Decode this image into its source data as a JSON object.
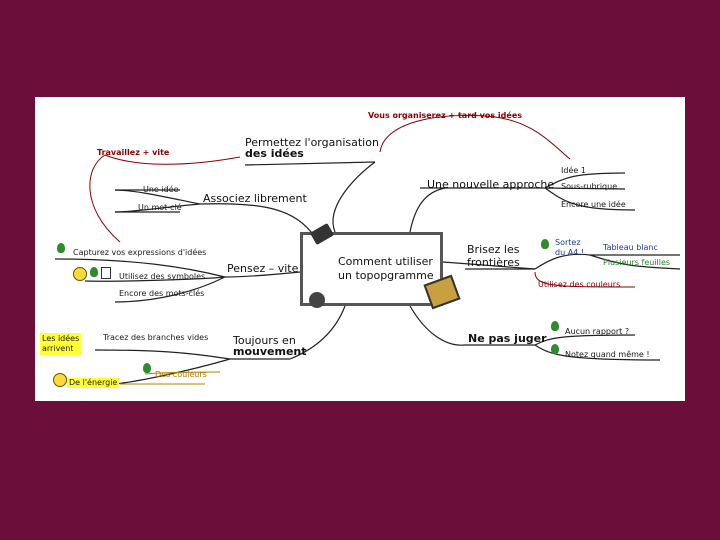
{
  "center": {
    "line1": "Comment utiliser",
    "line2": "un topopgramme"
  },
  "top": {
    "label": "Vous organiserez + tard vos idées",
    "permettez_line1": "Permettez l'organisation",
    "permettez_line2": "des idées",
    "travaillez": "Travaillez + vite"
  },
  "left": {
    "associez": "Associez librement",
    "une_idee": "Une idée",
    "un_mot_cle": "Un mot-clé",
    "pensez": "Pensez – vite",
    "capturez": "Capturez vos expressions d'idées",
    "utilisez_symboles": "Utilisez des symboles",
    "encore_mots": "Encore des mots-clés",
    "toujours_line1": "Toujours en",
    "toujours_line2": "mouvement",
    "tracez": "Tracez des branches vides",
    "idees_arrivent_1": "Les idées",
    "idees_arrivent_2": "arrivent",
    "energie": "De l'énergie",
    "couleurs": "Des couleurs"
  },
  "right": {
    "nouvelle": "Une nouvelle approche",
    "idee1": "Idée 1",
    "sous_rubrique": "Sous-rubrique",
    "encore_idee": "Encore une idée",
    "brisez_line1": "Brisez les",
    "brisez_line2": "frontières",
    "sortez_line1": "Sortez",
    "sortez_line2": "du A4 !",
    "tableau": "Tableau blanc",
    "plusieurs": "Plusieurs feuilles",
    "utilisez_couleurs": "Utilisez des couleurs",
    "ne_pas_juger": "Ne pas juger",
    "aucun": "Aucun rapport ?",
    "notez": "Notez quand même !"
  },
  "colors": {
    "background": "#6b0f3a",
    "branch": "#222222",
    "accent_red": "#8b0000",
    "accent_yellow": "#ffff33"
  }
}
